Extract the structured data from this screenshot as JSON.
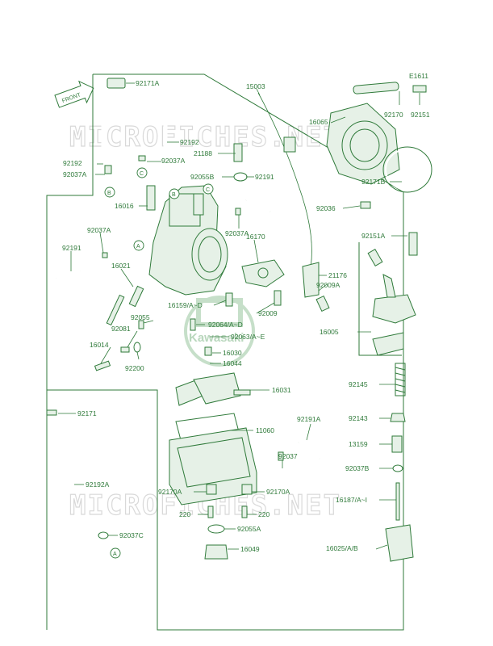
{
  "diagram": {
    "figure_code": "E1611",
    "front_label": "FRONT",
    "watermark_text": "MICROFICHES.NET",
    "logo_text": "Kawasaki",
    "colors": {
      "line": "#2f7a3a",
      "fill": "#e6f1e7",
      "watermark": "#d9d9d9"
    }
  },
  "labels": {
    "p92171A": "92171A",
    "p15003": "15003",
    "p92192_top": "92192",
    "p92192_l": "92192",
    "p92037A_1": "92037A",
    "p92037A_2": "92037A",
    "p21188": "21188",
    "p16065": "16065",
    "p92170": "92170",
    "p92151": "92151",
    "p92055B": "92055B",
    "p92191_top": "92191",
    "p16016": "16016",
    "p92171B": "92171B",
    "p92036": "92036",
    "p92037A_3": "92037A",
    "p92037A_4": "92037A",
    "p16170": "16170",
    "p92151A": "92151A",
    "p92191_l": "92191",
    "p16021": "16021",
    "p21176": "21176",
    "p92009A": "92009A",
    "p16159": "16159/A~D",
    "p92009": "92009",
    "p92055": "92055",
    "p92064": "92064/A~D",
    "p16005": "16005",
    "p92081": "92081",
    "p92063": "92063/A~E",
    "p16014": "16014",
    "p16030": "16030",
    "p92200": "92200",
    "p16044": "16044",
    "p92145": "92145",
    "p16031": "16031",
    "p92171": "92171",
    "p92191A": "92191A",
    "p92143": "92143",
    "p11060": "11060",
    "p13159": "13159",
    "p92037": "92037",
    "p92037B": "92037B",
    "p92192A": "92192A",
    "p92170A_l": "92170A",
    "p92170A_r": "92170A",
    "p16187": "16187/A~I",
    "p220_l": "220",
    "p220_r": "220",
    "p92055A": "92055A",
    "p92037C": "92037C",
    "p16049": "16049",
    "p16025": "16025/A/B"
  },
  "refs": {
    "a": "A",
    "b": "B",
    "c": "C"
  }
}
